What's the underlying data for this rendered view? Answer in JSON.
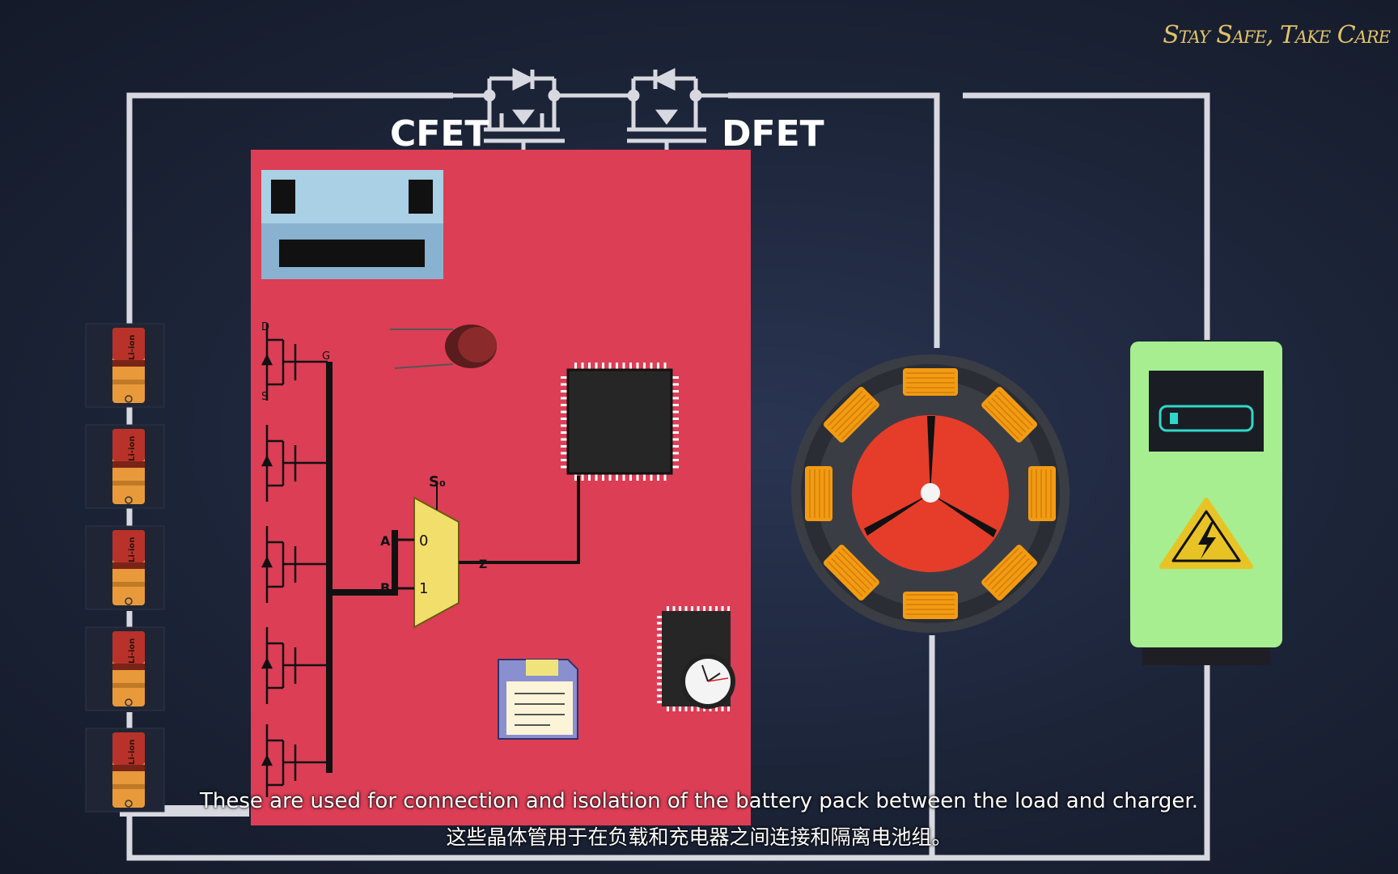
{
  "watermark": "Stay Safe, Take Care",
  "fet_labels": {
    "cfet": "CFET",
    "dfet": "DFET"
  },
  "cell_label": "Li-ion",
  "mux": {
    "select": "S₀",
    "in_a": "A",
    "in_b": "B",
    "in0": "0",
    "in1": "1",
    "out": "Z"
  },
  "mosfet_pins": {
    "d": "D",
    "s": "S",
    "g": "G"
  },
  "subtitles": {
    "english": "These are used for connection and isolation of the battery pack between the load and charger.",
    "chinese": "这些晶体管用于在负载和充电器之间连接和隔离电池组。"
  },
  "colors": {
    "background": "#1c2438",
    "board": "#dc3e55",
    "wire": "#d8d8e0",
    "charger": "#a6ee8f",
    "motor_rotor": "#e53d2a",
    "coil": "#f29b13",
    "battery_fill": "#30d7c8"
  },
  "icons": [
    "battery-cell-icon",
    "mosfet-icon",
    "thermistor-icon",
    "microcontroller-chip-icon",
    "multiplexer-icon",
    "floppy-disk-icon",
    "clock-icon",
    "motor-icon",
    "charger-icon",
    "high-voltage-warning-icon",
    "battery-level-icon",
    "lcd-display-icon"
  ]
}
